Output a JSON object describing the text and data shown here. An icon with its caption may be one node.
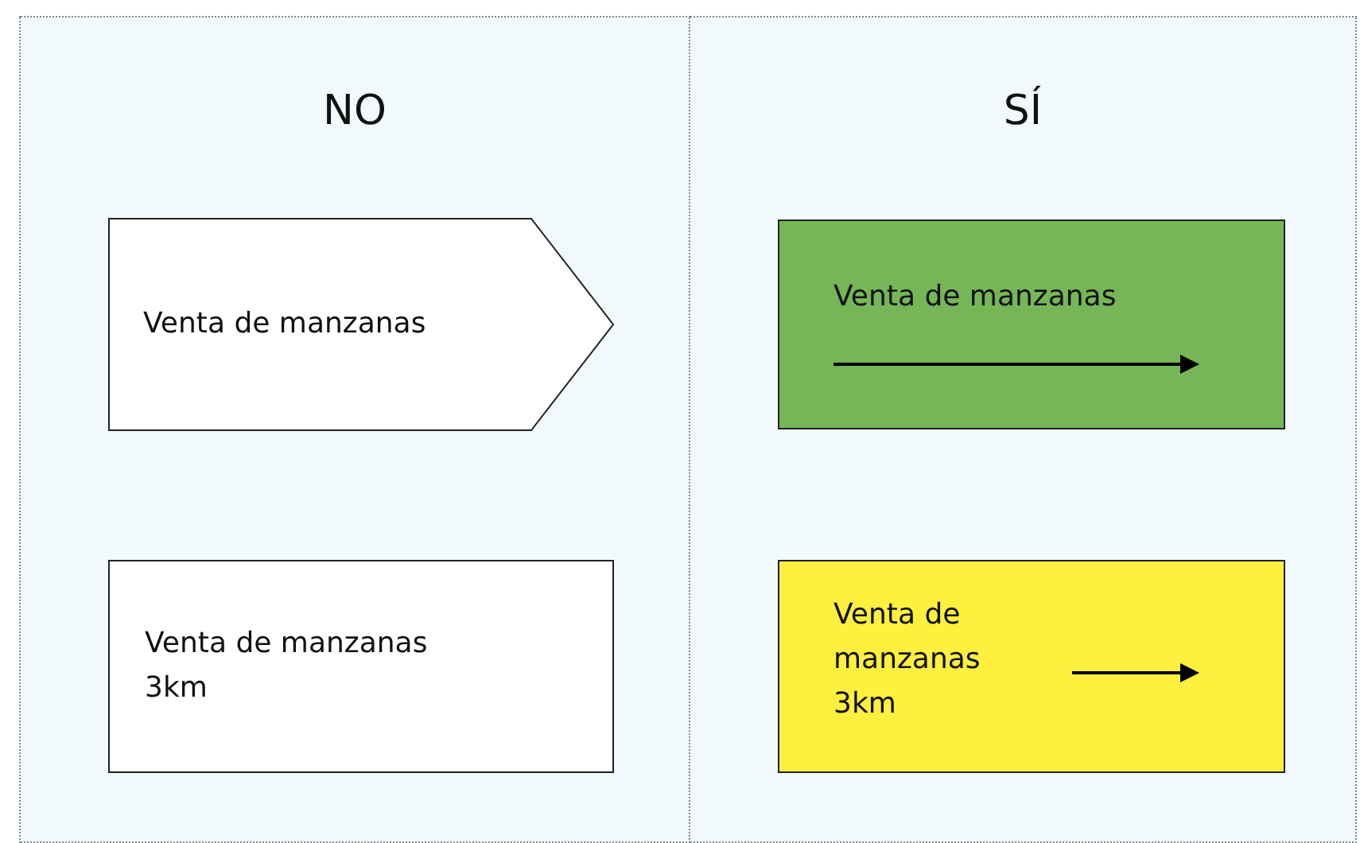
{
  "diagram": {
    "nodes": [
      {
        "text": [
          "NO"
        ]
      },
      {
        "text": [
          "Venta de manzanas"
        ],
        "in": 0
      },
      {
        "text": [
          "Venta de manzanas 3km"
        ],
        "in": 0
      },
      {
        "text": [
          "SÍ"
        ]
      },
      {
        "text": [
          "Venta de manzanas"
        ],
        "in": 3
      },
      {
        "text": [
          "Venta de manzanas 3km"
        ],
        "in": 3
      }
    ]
  }
}
